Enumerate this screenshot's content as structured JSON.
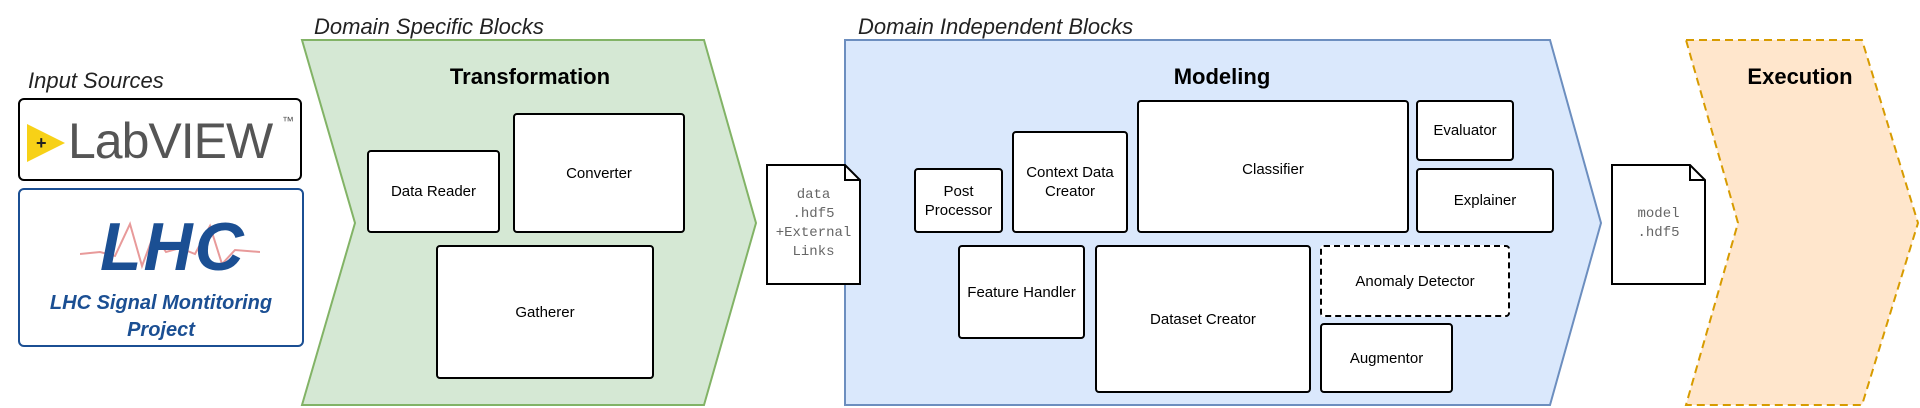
{
  "sections": {
    "input_sources": "Input Sources",
    "domain_specific": "Domain Specific Blocks",
    "domain_independent": "Domain Independent Blocks"
  },
  "stages": {
    "transformation": "Transformation",
    "modeling": "Modeling",
    "execution": "Execution"
  },
  "sources": {
    "labview": "LabVIEW",
    "labview_tm": "™",
    "lhc_logo": "LHC",
    "lhc_caption": "LHC Signal Montitoring Project"
  },
  "transformation_blocks": {
    "data_reader": "Data Reader",
    "converter": "Converter",
    "gatherer": "Gatherer"
  },
  "data_file": "data\n.hdf5\n+External\nLinks",
  "modeling_blocks": {
    "post_processor": "Post Processor",
    "context_data_creator": "Context Data Creator",
    "classifier": "Classifier",
    "evaluator": "Evaluator",
    "explainer": "Explainer",
    "feature_handler": "Feature Handler",
    "dataset_creator": "Dataset Creator",
    "anomaly_detector": "Anomaly Detector",
    "augmentor": "Augmentor"
  },
  "model_file": "model\n.hdf5",
  "colors": {
    "transformation_fill": "#d5e8d4",
    "transformation_stroke": "#82b366",
    "modeling_fill": "#dae8fc",
    "modeling_stroke": "#6c8ebf",
    "execution_fill": "#ffe6cc",
    "execution_stroke": "#d79b00",
    "labview_yellow": "#f7d117",
    "lhc_blue": "#1b4f93"
  }
}
